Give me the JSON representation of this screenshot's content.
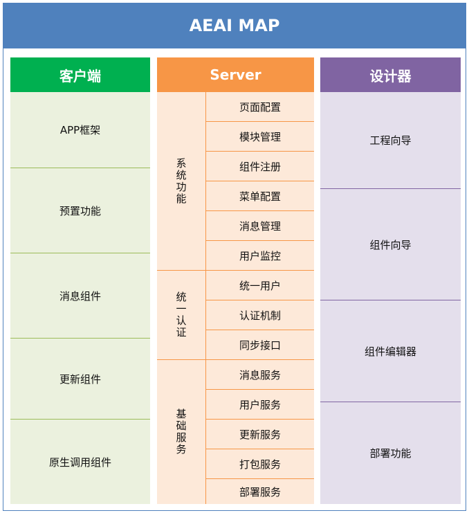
{
  "title": "AEAI MAP",
  "columns": {
    "client": {
      "header": "客户端",
      "color": "#00B050",
      "bg": "#EBF1DE",
      "items": [
        "APP框架",
        "预置功能",
        "消息组件",
        "更新组件",
        "原生调用组件"
      ]
    },
    "server": {
      "header": "Server",
      "color": "#F79646",
      "bg": "#FDE9D9",
      "groups": [
        {
          "label": "系统功能",
          "items": [
            "页面配置",
            "模块管理",
            "组件注册",
            "菜单配置",
            "消息管理",
            "用户监控"
          ]
        },
        {
          "label": "统一认证",
          "items": [
            "统一用户",
            "认证机制",
            "同步接口"
          ]
        },
        {
          "label": "基础服务",
          "items": [
            "消息服务",
            "用户服务",
            "更新服务",
            "打包服务",
            "部署服务"
          ]
        }
      ]
    },
    "designer": {
      "header": "设计器",
      "color": "#8064A2",
      "bg": "#E4DFEC",
      "items": [
        "工程向导",
        "组件向导",
        "组件编辑器",
        "部署功能"
      ]
    }
  }
}
